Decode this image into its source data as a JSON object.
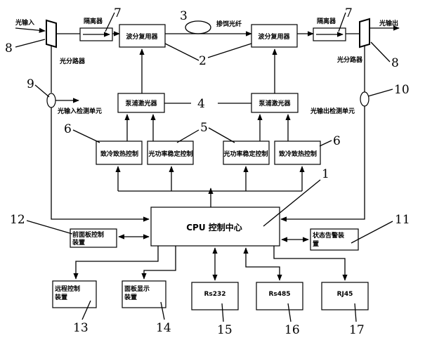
{
  "labels": {
    "light_in": "光输入",
    "light_out": "光输出",
    "isolator": "隔离器",
    "wdm": "波分复用器",
    "doped_fiber": "掺饵光纤",
    "splitter": "光分路器",
    "pump_laser": "泵浦激光器",
    "input_detect": "光输入检测单元",
    "output_detect": "光输出检测单元",
    "tec_control": "致冷致热控制",
    "power_control": "光功率稳定控制",
    "cpu": "CPU 控制中心",
    "front_panel_1": "前面板控制",
    "front_panel_2": "装置",
    "status_alarm_1": "状态告警装",
    "status_alarm_2": "置",
    "remote_1": "远程控制",
    "remote_2": "装置",
    "panel_display_1": "面板显示",
    "panel_display_2": "装置",
    "rs232": "Rs232",
    "rs485": "Rs485",
    "rj45": "RJ45"
  },
  "numbers": {
    "n1": "1",
    "n2": "2",
    "n3": "3",
    "n4": "4",
    "n5": "5",
    "n6": "6",
    "n7": "7",
    "n8": "8",
    "n9": "9",
    "n10": "10",
    "n11": "11",
    "n12": "12",
    "n13": "13",
    "n14": "14",
    "n15": "15",
    "n16": "16",
    "n17": "17"
  }
}
